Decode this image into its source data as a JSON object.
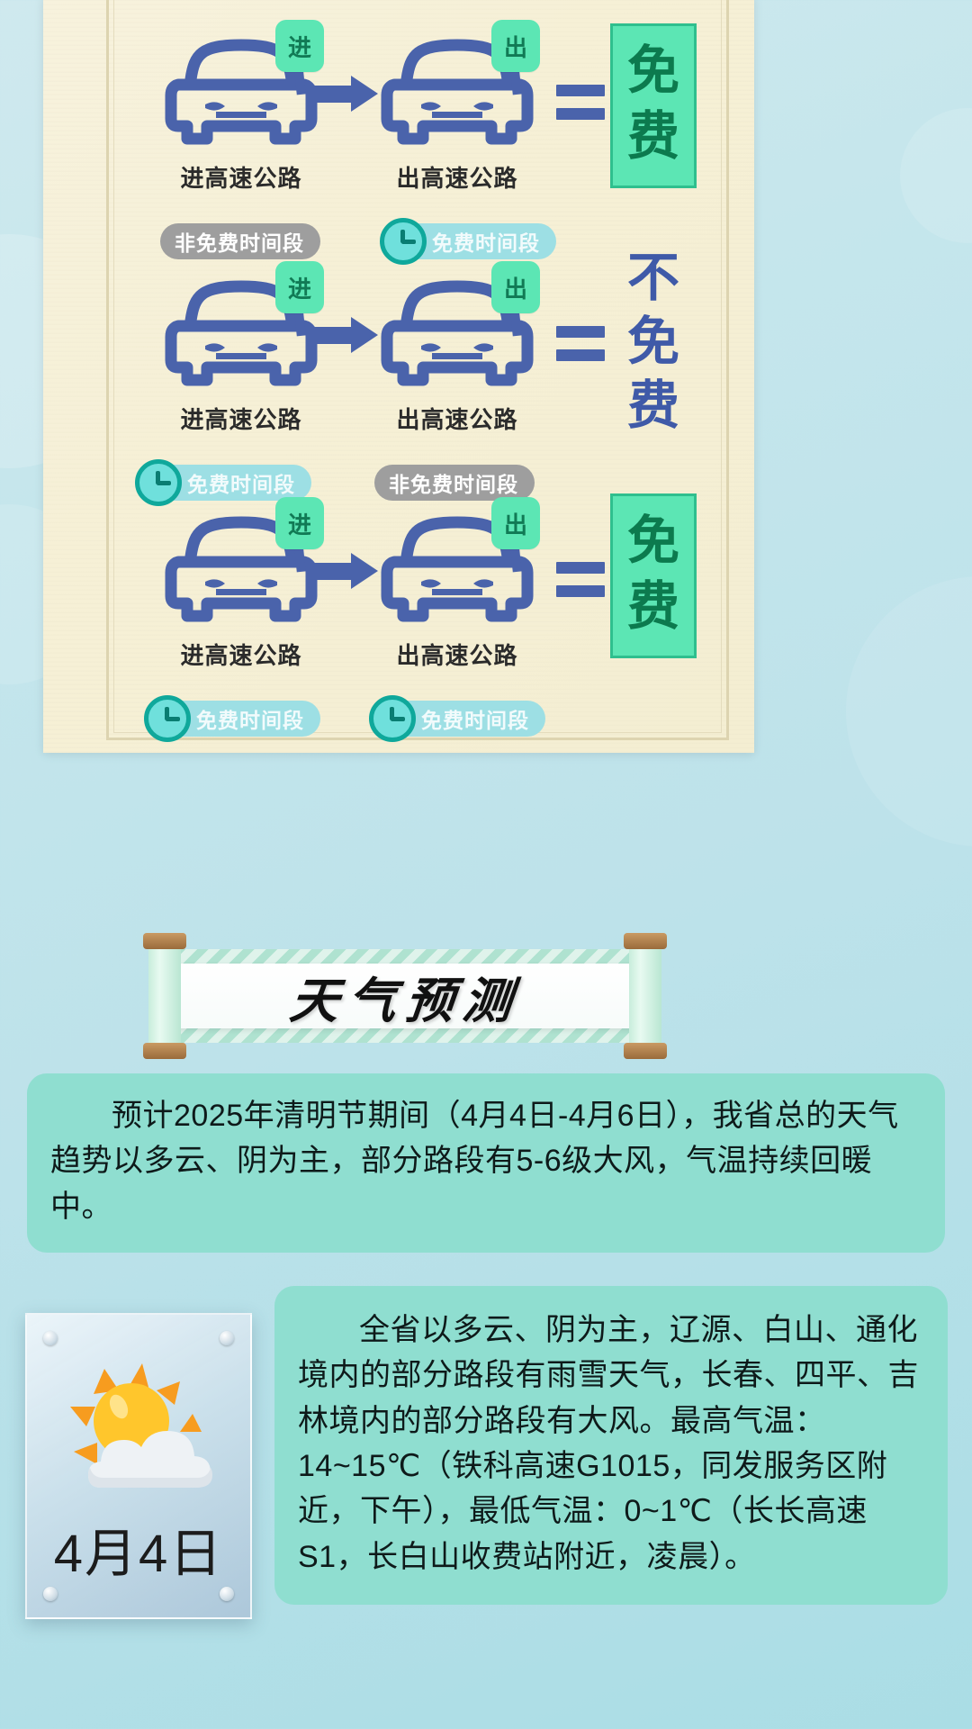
{
  "colors": {
    "page_bg": "#bde2ea",
    "parchment": "#f5efd6",
    "car_blue": "#4a63ab",
    "plate_green": "#5ce6b4",
    "plate_text": "#117a55",
    "badge_gray": "#9e9e9e",
    "badge_teal": "#9ddfe4",
    "clock_teal": "#0fa89b",
    "result_free_bg": "#5ce6b4",
    "result_free_text": "#0c7a4e",
    "result_notfree_text": "#3f5aa8",
    "card_teal": "#8fded0",
    "sun_orange": "#f8a628",
    "sun_yellow": "#ffc82c"
  },
  "toll_diagram": {
    "rows": [
      {
        "entry": {
          "plate": "进",
          "label": "进高速公路",
          "period": "非免费时间段",
          "period_type": "non-free",
          "has_clock_icon": false
        },
        "exit": {
          "plate": "出",
          "label": "出高速公路",
          "period": "免费时间段",
          "period_type": "free",
          "has_clock_icon": true
        },
        "operator": "=",
        "result": "免费",
        "result_style": "boxed-green"
      },
      {
        "entry": {
          "plate": "进",
          "label": "进高速公路",
          "period": "免费时间段",
          "period_type": "free",
          "has_clock_icon": true
        },
        "exit": {
          "plate": "出",
          "label": "出高速公路",
          "period": "非免费时间段",
          "period_type": "non-free",
          "has_clock_icon": false
        },
        "operator": "=",
        "result": "不免费",
        "result_style": "plain-blue"
      },
      {
        "entry": {
          "plate": "进",
          "label": "进高速公路",
          "period": "免费时间段",
          "period_type": "free",
          "has_clock_icon": true
        },
        "exit": {
          "plate": "出",
          "label": "出高速公路",
          "period": "免费时间段",
          "period_type": "free",
          "has_clock_icon": true
        },
        "operator": "=",
        "result": "免费",
        "result_style": "boxed-green"
      }
    ]
  },
  "banner": {
    "title": "天气预测"
  },
  "summary": {
    "text": "预计2025年清明节期间（4月4日-4月6日），我省总的天气趋势以多云、阴为主，部分路段有5-6级大风，气温持续回暖中。"
  },
  "day_card": {
    "date": "4月4日",
    "weather_icon": "sun-behind-cloud-icon",
    "detail": "全省以多云、阴为主，辽源、白山、通化境内的部分路段有雨雪天气，长春、四平、吉林境内的部分路段有大风。最高气温：14~15℃（铁科高速G1015，同发服务区附近，下午），最低气温：0~1℃（长长高速S1，长白山收费站附近，凌晨）。"
  }
}
